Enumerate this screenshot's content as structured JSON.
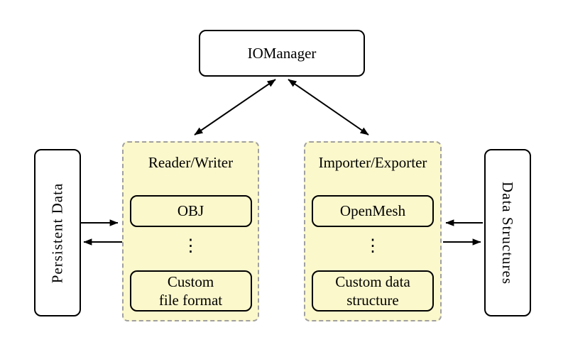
{
  "diagram": {
    "nodes": {
      "io_manager": "IOManager",
      "persistent_data": "Persistent Data",
      "data_structures": "Data Structures"
    },
    "groups": {
      "left": {
        "title": "Reader/Writer",
        "item_top": "OBJ",
        "ellipsis": "⋮",
        "item_bottom_line1": "Custom",
        "item_bottom_line2": "file format"
      },
      "right": {
        "title": "Importer/Exporter",
        "item_top": "OpenMesh",
        "ellipsis": "⋮",
        "item_bottom_line1": "Custom data",
        "item_bottom_line2": "structure"
      }
    },
    "arrows": {
      "io_to_reader_writer": "double-headed",
      "io_to_importer_exporter": "double-headed",
      "persistent_to_reader": "right",
      "reader_to_persistent": "left",
      "importer_to_datastructures_out": "left",
      "datastructures_to_importer_in": "right"
    },
    "colors": {
      "background": "#FFFFFF",
      "group_fill": "#FBF8CC",
      "group_border": "#A0A0A0",
      "node_fill": "#FFFFFF",
      "node_border": "#000000",
      "arrow": "#000000",
      "text": "#000000"
    }
  }
}
